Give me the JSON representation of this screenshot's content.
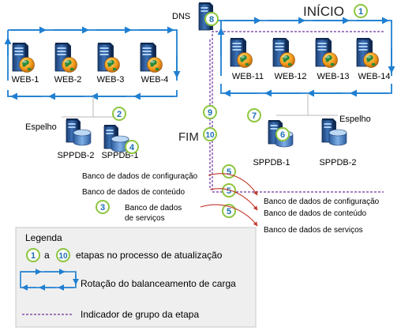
{
  "labels": {
    "dns": "DNS",
    "inicio": "INÍCIO",
    "fim": "FIM",
    "espelho": "Espelho"
  },
  "left_farm": {
    "servers": [
      "WEB-1",
      "WEB-2",
      "WEB-3",
      "WEB-4"
    ],
    "databases": [
      "SPPDB-2",
      "SPPDB-1"
    ]
  },
  "right_farm": {
    "servers": [
      "WEB-11",
      "WEB-12",
      "WEB-13",
      "WEB-14"
    ],
    "databases": [
      "SPPDB-1",
      "SPPDB-2"
    ]
  },
  "steps": {
    "s1": "1",
    "s2": "2",
    "s3": "3",
    "s4": "4",
    "s5": "5",
    "s6": "6",
    "s7": "7",
    "s8": "8",
    "s9": "9",
    "s10": "10"
  },
  "db_flow": {
    "source": [
      "Banco de dados de configuração",
      "Banco de dados de conteúdo",
      "Banco de dados",
      "de serviços"
    ],
    "target": [
      "Banco de dados de configuração",
      "Banco de dados de conteúdo",
      "Banco de dados de serviços"
    ]
  },
  "legend": {
    "title": "Legenda",
    "range_first": "1",
    "range_sep": "a",
    "range_last": "10",
    "steps_text": "etapas no processo de atualização",
    "rotation_text": "Rotação do balanceamento de carga",
    "group_text": "Indicador de grupo da etapa"
  },
  "colors": {
    "flow_blue": "#1f7fd1",
    "step_green": "#8dc63f",
    "step_text": "#1a6fb5",
    "group_purple": "#7030a0",
    "arrow_red": "#c0392b",
    "legend_bg": "#efefef"
  }
}
